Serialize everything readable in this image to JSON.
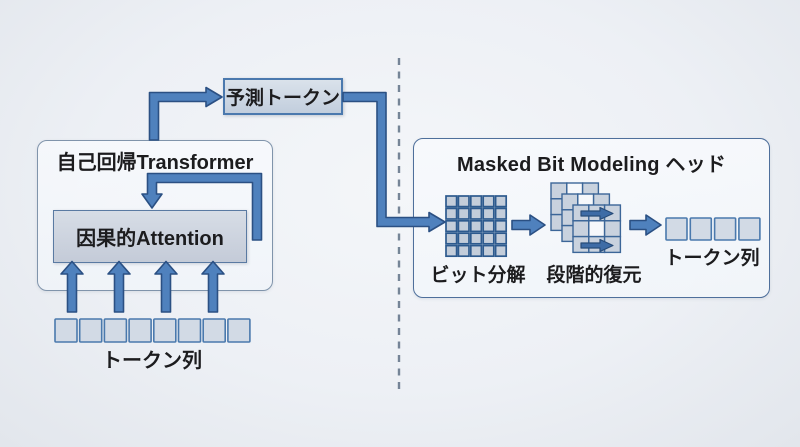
{
  "labels": {
    "predicted_token": "予測トークン",
    "transformer_title": "自己回帰Transformer",
    "attention": "因果的Attention",
    "input_tokens": "トークン列",
    "head_title": "Masked Bit Modeling ヘッド",
    "bit_decompose": "ビット分解",
    "progressive_restore": "段階的復元",
    "output_tokens": "トークン列"
  },
  "figures": {
    "input_token_count": 8,
    "input_arrow_count": 4,
    "output_token_count": 4,
    "bit_grid": {
      "rows": 5,
      "cols": 5
    },
    "restore_stack": {
      "layers": 3,
      "rows": 3,
      "cols": 3
    }
  },
  "colors": {
    "arrow_fill": "#4f81bd",
    "arrow_outline": "#2b5083",
    "box_border": "#4a79ad",
    "panel_border": "#6c85a3",
    "divider": "#5f7186",
    "text": "#1c1c1e",
    "background": "#edf0f5"
  }
}
